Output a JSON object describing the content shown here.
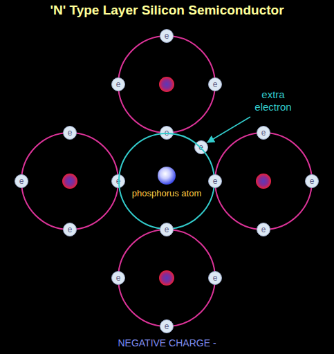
{
  "diagram": {
    "title": "'N' Type Layer Silicon Semiconductor",
    "nodes": [
      {
        "text": [
          "e"
        ]
      },
      {
        "text": [
          "e"
        ]
      },
      {
        "text": [
          "e"
        ]
      },
      {
        "text": [
          "e"
        ]
      },
      {
        "text": [
          "e"
        ]
      },
      {
        "text": [
          "e"
        ]
      },
      {
        "text": [
          "e"
        ]
      },
      {
        "text": [
          "e"
        ]
      },
      {
        "text": [
          "e"
        ]
      },
      {
        "text": [
          "phosphorus atom"
        ]
      },
      {
        "text": [
          "e"
        ]
      },
      {
        "text": [
          "e"
        ]
      },
      {
        "text": [
          "e"
        ]
      },
      {
        "text": [
          "e"
        ]
      },
      {
        "text": [
          "e"
        ]
      },
      {
        "text": [
          "e"
        ]
      },
      {
        "text": [
          "e"
        ]
      },
      {
        "text": [
          "e"
        ]
      }
    ],
    "labels": [
      "extra electron",
      "NEGATIVE CHARGE -"
    ]
  }
}
